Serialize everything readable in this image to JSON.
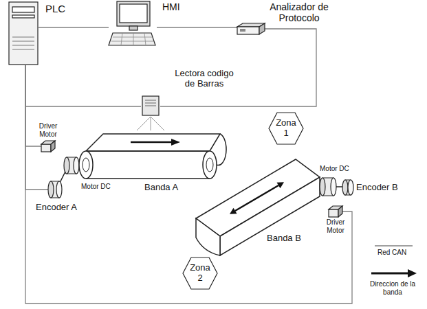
{
  "diagram": {
    "nodes": [
      {
        "text": [
          "PLC"
        ]
      },
      {
        "text": [
          "HMI"
        ]
      },
      {
        "text": [
          "Analizador de Protocolo"
        ]
      },
      {
        "text": [
          "Lectora codigo de Barras"
        ]
      },
      {
        "text": [
          "Zona 1"
        ]
      },
      {
        "text": [
          "Driver Motor"
        ]
      },
      {
        "text": [
          "Motor DC"
        ]
      },
      {
        "text": [
          "Encoder A"
        ]
      },
      {
        "text": [
          "Banda A"
        ]
      },
      {
        "text": [
          "Banda B"
        ]
      },
      {
        "text": [
          "Motor DC"
        ]
      },
      {
        "text": [
          "Encoder B"
        ]
      },
      {
        "text": [
          "Driver Motor"
        ]
      },
      {
        "text": [
          "Zona 2"
        ]
      }
    ],
    "edges": [
      {
        "from": 0,
        "to": 1,
        "arrow": "none"
      },
      {
        "from": 1,
        "to": 2,
        "arrow": "none"
      },
      {
        "from": 0,
        "to": 3,
        "arrow": "none"
      },
      {
        "from": 3,
        "to": 2,
        "arrow": "none"
      },
      {
        "from": 0,
        "to": 5,
        "arrow": "none"
      },
      {
        "from": 0,
        "to": 7,
        "arrow": "none"
      },
      {
        "from": 0,
        "to": 12,
        "arrow": "none"
      }
    ],
    "legend": [
      {
        "text": "Red CAN"
      },
      {
        "text": "Direccion de la banda"
      }
    ]
  }
}
